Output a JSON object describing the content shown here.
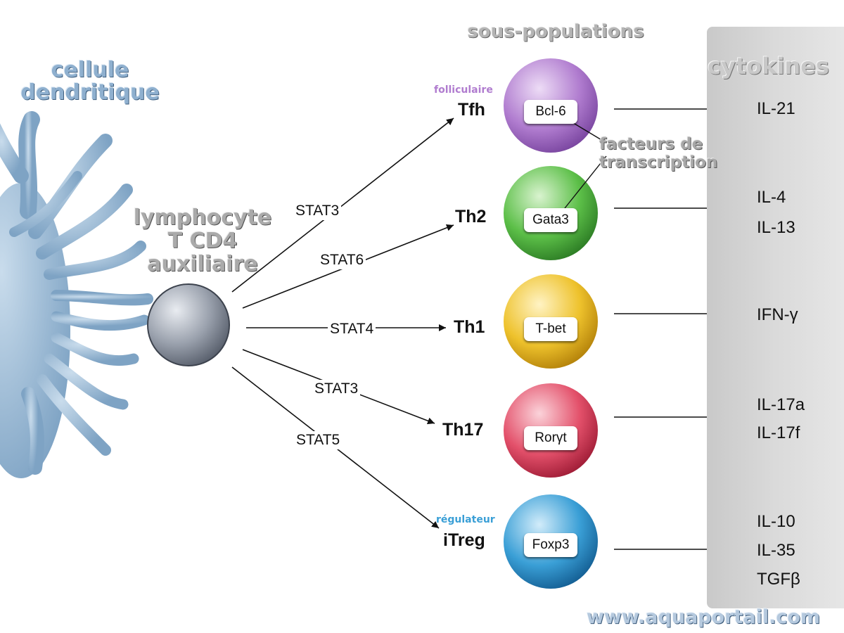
{
  "labels": {
    "dendritic_cell": "cellule dendritique",
    "lymphocyte_l1": "lymphocyte",
    "lymphocyte_l2": "T CD4",
    "lymphocyte_l3": "auxiliaire",
    "subpopulations": "sous-populations",
    "cytokines": "cytokines",
    "tf_l1": "facteurs de",
    "tf_l2": "transcription",
    "watermark": "www.aquaportail.com"
  },
  "pathways": [
    {
      "stat": "STAT3",
      "subset": "Tfh",
      "qualifier": "folliculaire",
      "factor": "Bcl-6",
      "cytokines": [
        "IL-21"
      ],
      "cell_color": "#b47fd0"
    },
    {
      "stat": "STAT6",
      "subset": "Th2",
      "qualifier": "",
      "factor": "Gata3",
      "cytokines": [
        "IL-4",
        "IL-13"
      ],
      "cell_color": "#5cbf48"
    },
    {
      "stat": "STAT4",
      "subset": "Th1",
      "qualifier": "",
      "factor": "T-bet",
      "cytokines": [
        "IFN-γ"
      ],
      "cell_color": "#eec22c"
    },
    {
      "stat": "STAT3",
      "subset": "Th17",
      "qualifier": "",
      "factor": "Rorγt",
      "cytokines": [
        "IL-17a",
        "IL-17f"
      ],
      "cell_color": "#e3506a"
    },
    {
      "stat": "STAT5",
      "subset": "iTreg",
      "qualifier": "régulateur",
      "factor": "Foxp3",
      "cytokines": [
        "IL-10",
        "IL-35",
        "TGFβ"
      ],
      "cell_color": "#3a9fd6"
    }
  ],
  "colors": {
    "dendritic": "#9ebfdc",
    "lymphocyte": "#8e96a4",
    "qualifier_follicular": "#b07ccf",
    "qualifier_regulatory": "#3a9fd6"
  }
}
